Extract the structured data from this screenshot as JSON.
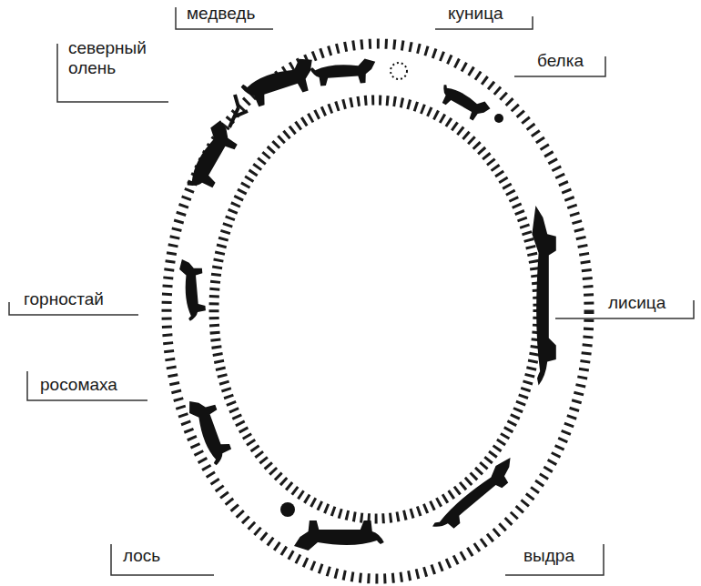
{
  "diagram": {
    "labels": [
      "медведь",
      "куница",
      "северный олень",
      "белка",
      "горностай",
      "лисица",
      "росомаха",
      "лось",
      "выдра"
    ]
  }
}
